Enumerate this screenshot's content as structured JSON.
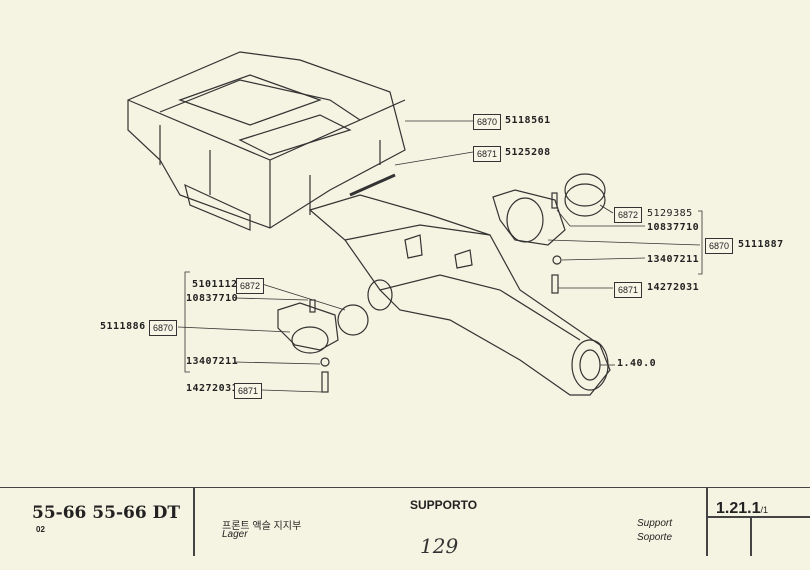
{
  "callouts": {
    "frame": {
      "code": "6870",
      "part": "5118561"
    },
    "bolt_top": {
      "code": "6871",
      "part": "5125208"
    },
    "right_bushing": {
      "code": "6872",
      "part": "5129385"
    },
    "right_pin": {
      "part": "10837710"
    },
    "right_support": {
      "code": "6870",
      "part": "5111887"
    },
    "right_grease": {
      "part": "13407211"
    },
    "right_bolt": {
      "code": "6871",
      "part": "14272031"
    },
    "left_bushing": {
      "code": "6872",
      "part": "5101112"
    },
    "left_pin": {
      "part": "10837710"
    },
    "left_support": {
      "code": "6870",
      "part": "5111886"
    },
    "left_grease": {
      "part": "13407211"
    },
    "left_bolt": {
      "code": "6871",
      "part": "14272031"
    },
    "axle_ref": {
      "part": "1.40.0"
    }
  },
  "footer": {
    "model": "55-66  55-66 DT",
    "variant": "02",
    "title": "SUPPORTO",
    "korean": "프론트 액슬 지지부",
    "german": "Lager",
    "english": "Support",
    "spanish": "Soporte",
    "ref": "1.21.1",
    "ref_sheet": "/1",
    "page_handwritten": "129"
  }
}
